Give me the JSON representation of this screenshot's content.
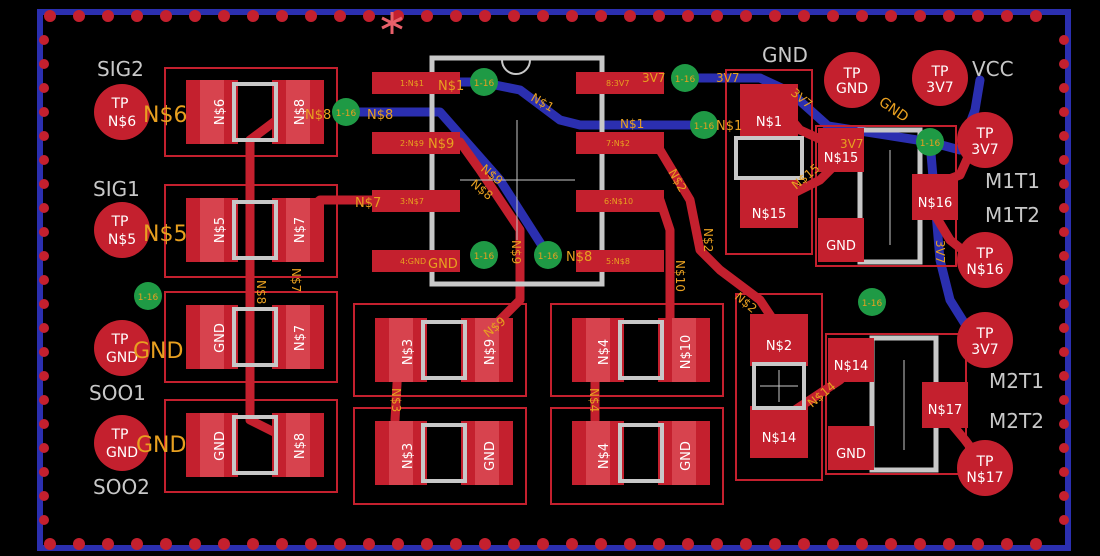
{
  "colors": {
    "background": "#000000",
    "copper_top": "#c4202e",
    "copper_bottom": "#2b2fb0",
    "via": "#1f9a45",
    "silk": "#c8c8c8",
    "pin_label": "#e8a020",
    "pad_light": "#e8606a",
    "white": "#ffffff"
  },
  "connector_labels": {
    "sig2": "SIG2",
    "sig1": "SIG1",
    "soo1": "SOO1",
    "soo2": "SOO2",
    "gnd": "GND",
    "vcc": "VCC",
    "m1t1": "M1T1",
    "m1t2": "M1T2",
    "m2t1": "M2T1",
    "m2t2": "M2T2"
  },
  "testpoints": {
    "tp": "TP",
    "ns6": "N$6",
    "ns5": "N$5",
    "gnd": "GND"
  },
  "net_labels": {
    "ns6": "N$6",
    "ns5": "N$5",
    "gnd": "GND",
    "ns8": "N$8",
    "ns7": "N$7",
    "ns9": "N$9",
    "ns1": "N$1",
    "ns2": "N$2",
    "ns3": "N$3",
    "ns4": "N$4",
    "ns10": "N$10",
    "ns14": "N$14",
    "ns15": "N$15",
    "ns16": "N$16",
    "ns17": "N$17",
    "v3": "3V7"
  },
  "ic_pins": {
    "p1": "1:N$1",
    "p2": "2:N$9",
    "p3": "3:N$7",
    "p4": "4:GND",
    "p5": "5:N$8",
    "p6": "6:N$10",
    "p7": "7:N$2",
    "p8": "8:3V7"
  },
  "via_label": "1-16",
  "pad_numbers": {
    "one": "1",
    "two": "2",
    "three": "3"
  }
}
